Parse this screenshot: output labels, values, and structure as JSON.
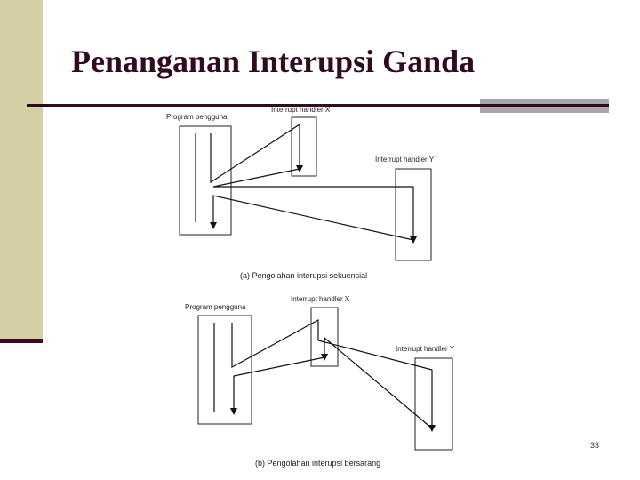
{
  "slide": {
    "title": "Penanganan Interupsi Ganda",
    "page_number": "33",
    "accent_color": "#2f0a20",
    "band_color": "#d4d0a4"
  },
  "diagram": {
    "a": {
      "program_label": "Program pengguna",
      "handler_x_label": "Interrupt handler X",
      "handler_y_label": "Interrupt handler Y",
      "caption": "(a) Pengolahan interupsi sekuensial"
    },
    "b": {
      "program_label": "Program pengguna",
      "handler_x_label": "Interrupt handler X",
      "handler_y_label": "Interrupt handler Y",
      "caption": "(b) Pengolahan interupsi bersarang"
    }
  }
}
